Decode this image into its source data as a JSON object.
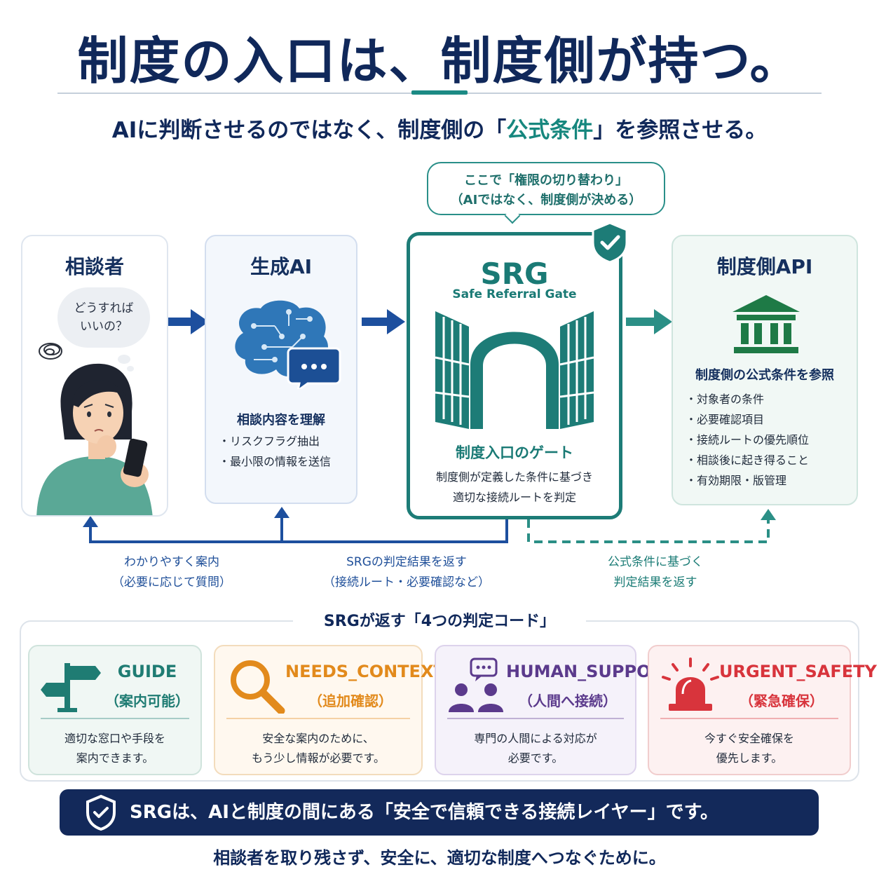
{
  "header": {
    "title": "制度の入口は、制度側が持つ。",
    "subtitle_pre": "AIに判断させるのではなく、制度側の「",
    "subtitle_highlight": "公式条件",
    "subtitle_post": "」を参照させる。"
  },
  "callout": {
    "line1": "ここで「権限の切り替わり」",
    "line2": "（AIではなく、制度側が決める）"
  },
  "client": {
    "title": "相談者",
    "bubble_line1": "どうすれば",
    "bubble_line2": "いいの？"
  },
  "ai": {
    "title": "生成AI",
    "section": "相談内容を理解",
    "bullets": [
      "リスクフラグ抽出",
      "最小限の情報を送信"
    ]
  },
  "srg": {
    "title": "SRG",
    "subtitle": "Safe Referral Gate",
    "gate_label": "制度入口のゲート",
    "desc_line1": "制度側が定義した条件に基づき",
    "desc_line2": "適切な接続ルートを判定"
  },
  "api": {
    "title": "制度側API",
    "section": "制度側の公式条件を参照",
    "bullets": [
      "対象者の条件",
      "必要確認項目",
      "接続ルートの優先順位",
      "相談後に起き得ること",
      "有効期限・版管理"
    ]
  },
  "flows": {
    "to_client_line1": "わかりやすく案内",
    "to_client_line2": "（必要に応じて質問）",
    "to_ai_line1": "SRGの判定結果を返す",
    "to_ai_line2": "（接続ルート・必要確認など）",
    "from_api_line1": "公式条件に基づく",
    "from_api_line2": "判定結果を返す"
  },
  "codes": {
    "title": "SRGが返す「4つの判定コード」",
    "items": [
      {
        "name": "GUIDE",
        "jp": "（案内可能）",
        "desc_line1": "適切な窓口や手段を",
        "desc_line2": "案内できます。",
        "color": "#1f7c73",
        "bg": "#f0f7f4",
        "border": "#cfe3dc"
      },
      {
        "name": "NEEDS_CONTEXT",
        "jp": "（追加確認）",
        "desc_line1": "安全な案内のために、",
        "desc_line2": "もう少し情報が必要です。",
        "color": "#e28a1c",
        "bg": "#fff8ef",
        "border": "#f3dcbc"
      },
      {
        "name": "HUMAN_SUPPORT",
        "jp": "（人間へ接続）",
        "desc_line1": "専門の人間による対応が",
        "desc_line2": "必要です。",
        "color": "#5b3a8c",
        "bg": "#f5f2fa",
        "border": "#ddd3ec"
      },
      {
        "name": "URGENT_SAFETY",
        "jp": "（緊急確保）",
        "desc_line1": "今すぐ安全確保を",
        "desc_line2": "優先します。",
        "color": "#d8343c",
        "bg": "#fdf1f1",
        "border": "#f1cdcd"
      }
    ]
  },
  "banner": {
    "text": "SRGは、AIと制度の間にある「安全で信頼できる接続レイヤー」です。"
  },
  "footer": {
    "text": "相談者を取り残さず、安全に、適切な制度へつなぐために。"
  }
}
